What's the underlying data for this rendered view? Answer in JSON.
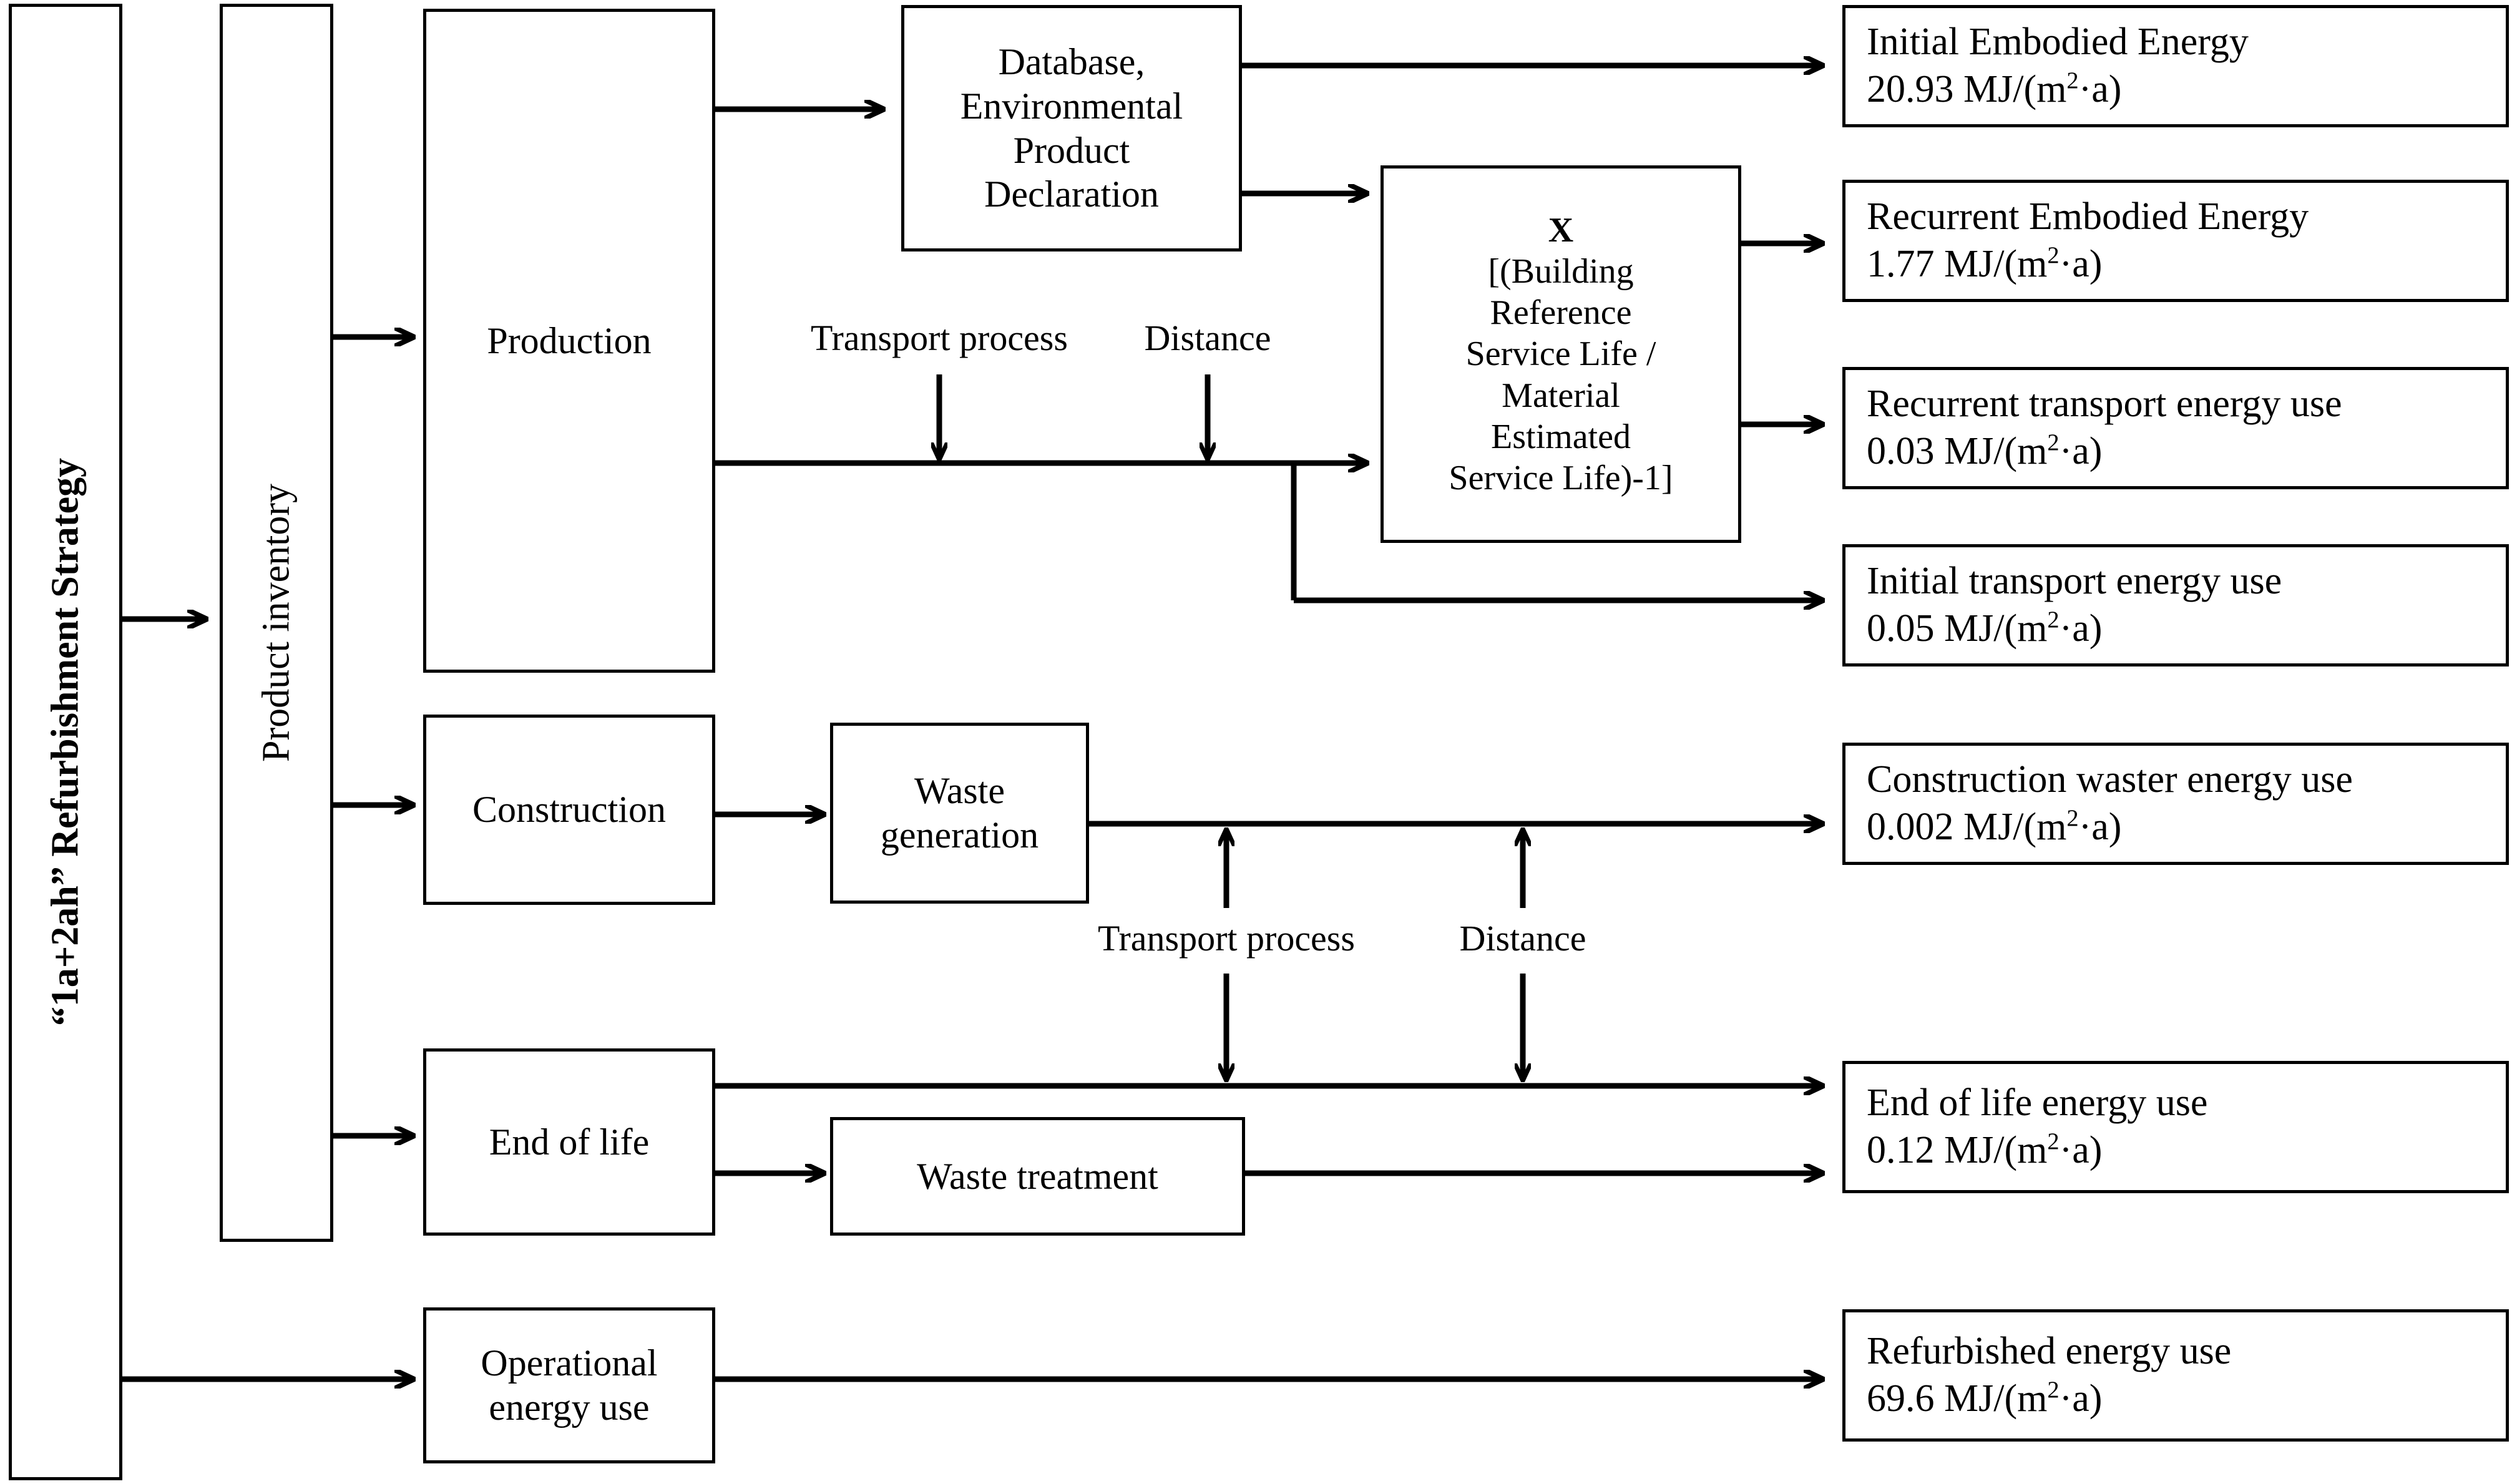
{
  "diagram": {
    "title_vertical_left": "“1a+2ah” Refurbishment Strategy",
    "title_vertical_second": "Product  inventory",
    "stage_nodes": {
      "production": "Production",
      "construction": "Construction",
      "end_of_life": "End of life",
      "operational_energy_use_l1": "Operational",
      "operational_energy_use_l2": "energy use",
      "waste_generation_l1": "Waste",
      "waste_generation_l2": "generation",
      "waste_treatment": "Waste treatment",
      "database_l1": "Database,",
      "database_l2": "Environmental",
      "database_l3": "Product",
      "database_l4": "Declaration"
    },
    "calc_box": {
      "symbol": "X",
      "l1": "[(Building",
      "l2": "Reference",
      "l3": "Service Life /",
      "l4": "Material",
      "l5": "Estimated",
      "l6": "Service Life)-1]"
    },
    "edge_labels": {
      "transport_process_top": "Transport process",
      "distance_top": "Distance",
      "transport_process_bottom": "Transport process",
      "distance_bottom": "Distance"
    },
    "results": [
      {
        "name": "Initial Embodied Energy",
        "value": "20.93 MJ/(m",
        "exp": "2",
        "unit_tail": "·a)"
      },
      {
        "name": "Recurrent Embodied Energy",
        "value": "1.77 MJ/(m",
        "exp": "2",
        "unit_tail": "·a)"
      },
      {
        "name": "Recurrent transport energy use",
        "value": "0.03 MJ/(m",
        "exp": "2",
        "unit_tail": "·a)"
      },
      {
        "name": "Initial transport energy use",
        "value": "0.05 MJ/(m",
        "exp": "2",
        "unit_tail": "·a)"
      },
      {
        "name": "Construction waster energy use",
        "value": "0.002 MJ/(m",
        "exp": "2",
        "unit_tail": "·a)"
      },
      {
        "name": "End of life energy use",
        "value": "0.12 MJ/(m",
        "exp": "2",
        "unit_tail": "·a)"
      },
      {
        "name": "Refurbished energy use",
        "value": "69.6 MJ/(m",
        "exp": "2",
        "unit_tail": "·a)"
      }
    ],
    "colors": {
      "stroke": "#000000",
      "background": "#ffffff",
      "text": "#000000"
    }
  }
}
